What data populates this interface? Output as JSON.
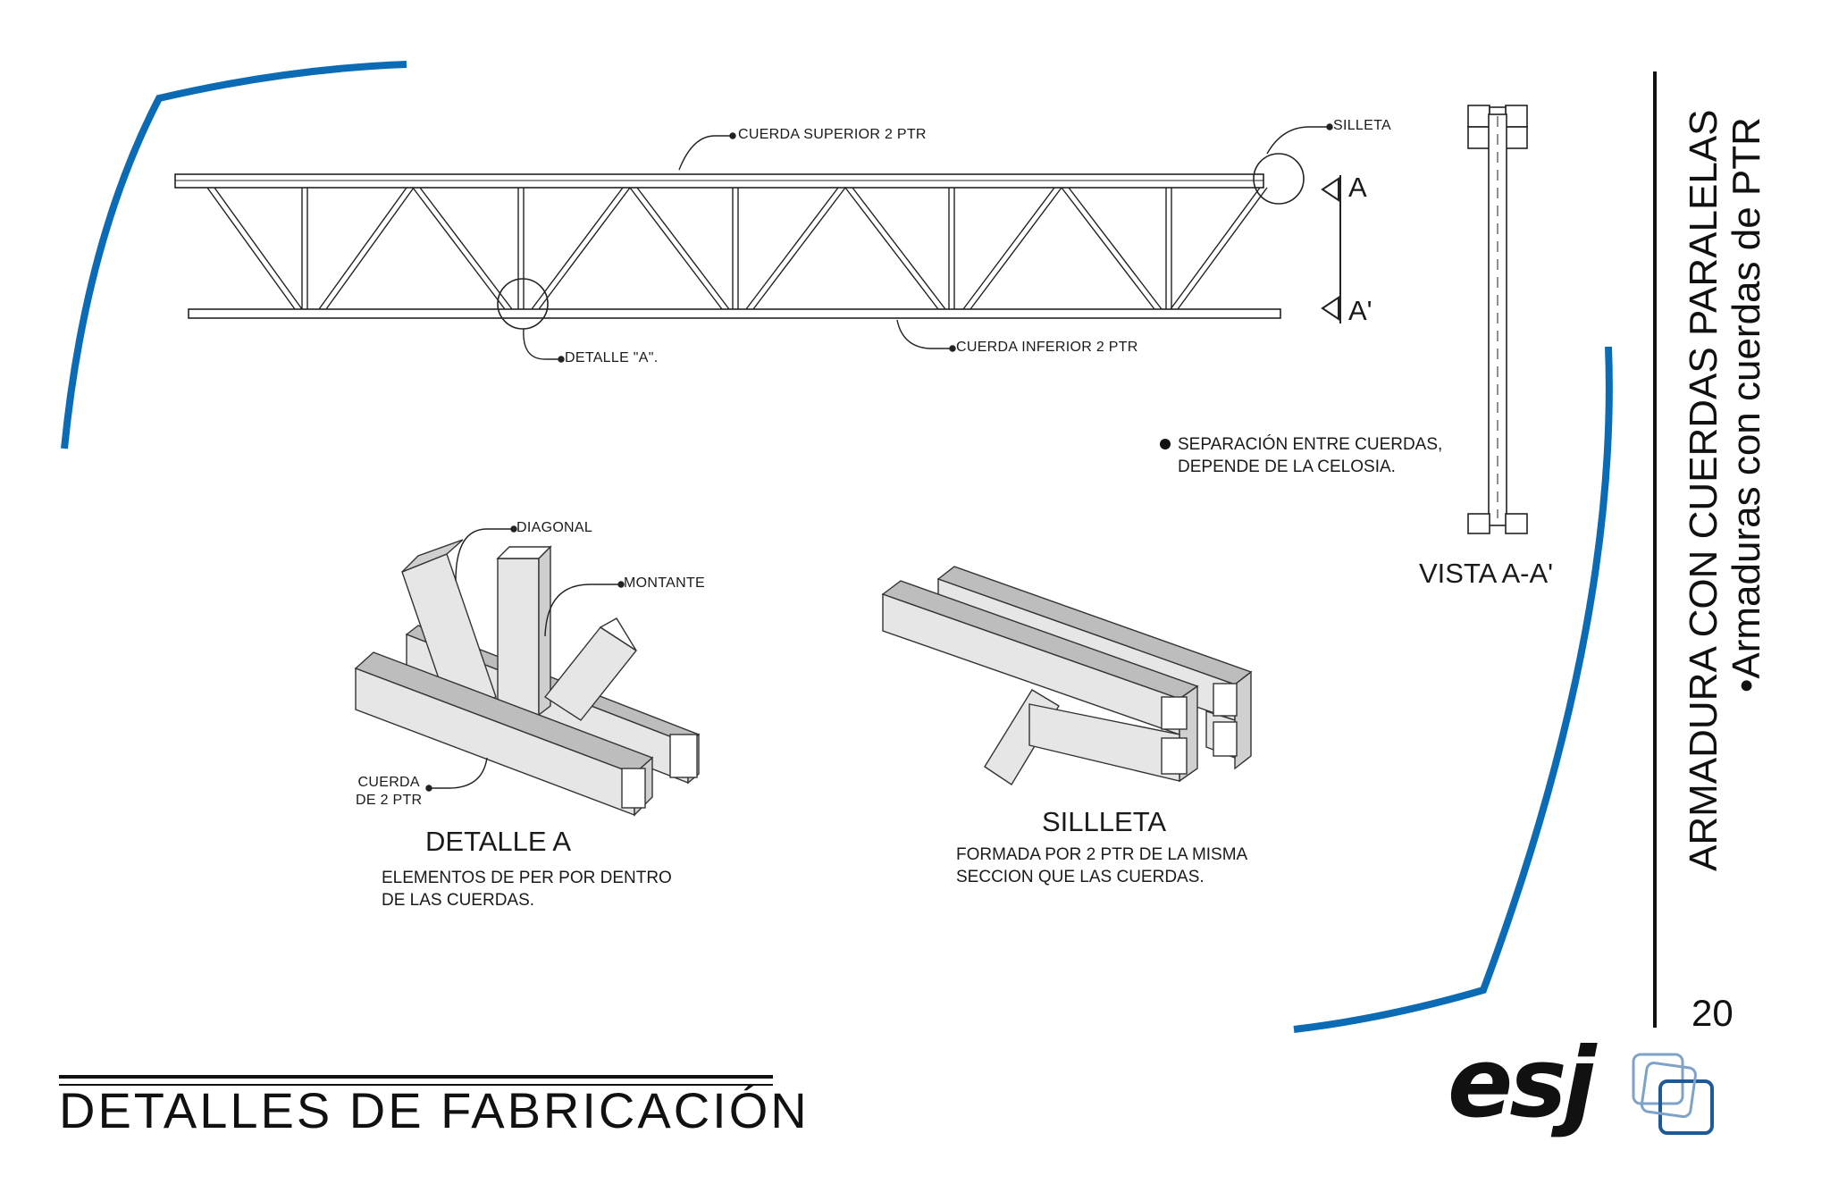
{
  "page": {
    "vertical_title": "ARMADURA CON CUERDAS PARALELAS",
    "vertical_subtitle": "•Armaduras con cuerdas de PTR",
    "page_number": "20",
    "footer_title": "DETALLES DE FABRICACIÓN",
    "logo": "esj"
  },
  "truss": {
    "top_chord_label": "CUERDA SUPERIOR 2 PTR",
    "bottom_chord_label": "CUERDA INFERIOR 2 PTR",
    "detail_a_label": "DETALLE \"A\".",
    "silleta_label": "SILLETA",
    "section_a": "A",
    "section_a_prime": "A'"
  },
  "side_view": {
    "note_line1": "SEPARACIÓN ENTRE CUERDAS,",
    "note_line2": "DEPENDE DE LA CELOSIA.",
    "title": "VISTA A-A'"
  },
  "detail_a": {
    "diagonal_label": "DIAGONAL",
    "montante_label": "MONTANTE",
    "cuerda_line1": "CUERDA",
    "cuerda_line2": "DE 2 PTR",
    "title": "DETALLE A",
    "desc_line1": "ELEMENTOS DE PER POR DENTRO",
    "desc_line2": "DE LAS CUERDAS."
  },
  "silleta": {
    "title": "SILLLETA",
    "desc_line1": "FORMADA POR 2 PTR DE LA MISMA",
    "desc_line2": "SECCION QUE LAS CUERDAS."
  },
  "colors": {
    "accent_blue": "#0b6bb5",
    "logo_blue_dark": "#1d5a96",
    "logo_blue_light": "#7fa3c8",
    "steel_face": "#e6e6e6",
    "steel_shade": "#bdbdbd",
    "ink": "#111111"
  }
}
